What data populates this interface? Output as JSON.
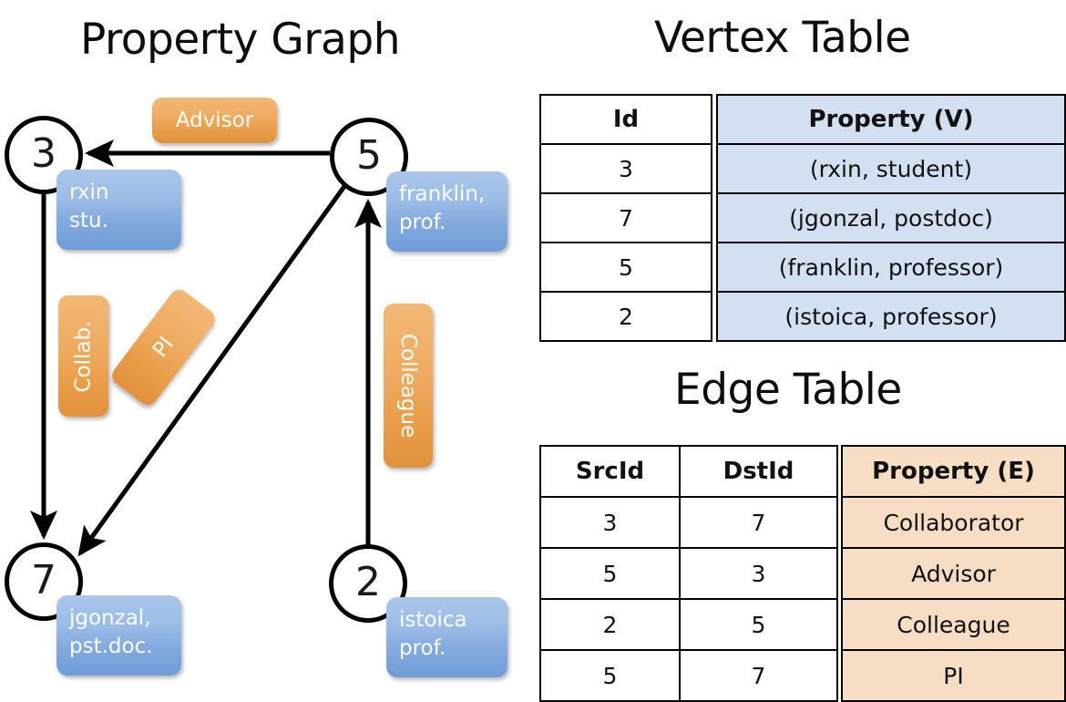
{
  "graph": {
    "title": "Property Graph",
    "nodes": [
      {
        "id": "3",
        "prop_lines": [
          "rxin",
          "stu."
        ]
      },
      {
        "id": "5",
        "prop_lines": [
          "franklin,",
          "prof."
        ]
      },
      {
        "id": "7",
        "prop_lines": [
          "jgonzal,",
          "pst.doc."
        ]
      },
      {
        "id": "2",
        "prop_lines": [
          "istoica",
          "prof."
        ]
      }
    ],
    "edge_labels": {
      "advisor": "Advisor",
      "collab": "Collab.",
      "pi": "PI",
      "colleague": "Colleague"
    },
    "colors": {
      "vertex_box": "#8fb4e2",
      "edge_box": "#eda css",
      "edge_box_hex": "#eda456",
      "stroke": "#000000"
    }
  },
  "vertex_table": {
    "title": "Vertex Table",
    "headers": [
      "Id",
      "Property (V)"
    ],
    "rows": [
      [
        "3",
        "(rxin, student)"
      ],
      [
        "7",
        "(jgonzal, postdoc)"
      ],
      [
        "5",
        "(franklin, professor)"
      ],
      [
        "2",
        "(istoica, professor)"
      ]
    ],
    "cell_color": "#d3e0f2"
  },
  "edge_table": {
    "title": "Edge Table",
    "headers": [
      "SrcId",
      "DstId",
      "Property (E)"
    ],
    "rows": [
      [
        "3",
        "7",
        "Collaborator"
      ],
      [
        "5",
        "3",
        "Advisor"
      ],
      [
        "2",
        "5",
        "Colleague"
      ],
      [
        "5",
        "7",
        "PI"
      ]
    ],
    "cell_color": "#f7ddc3"
  }
}
